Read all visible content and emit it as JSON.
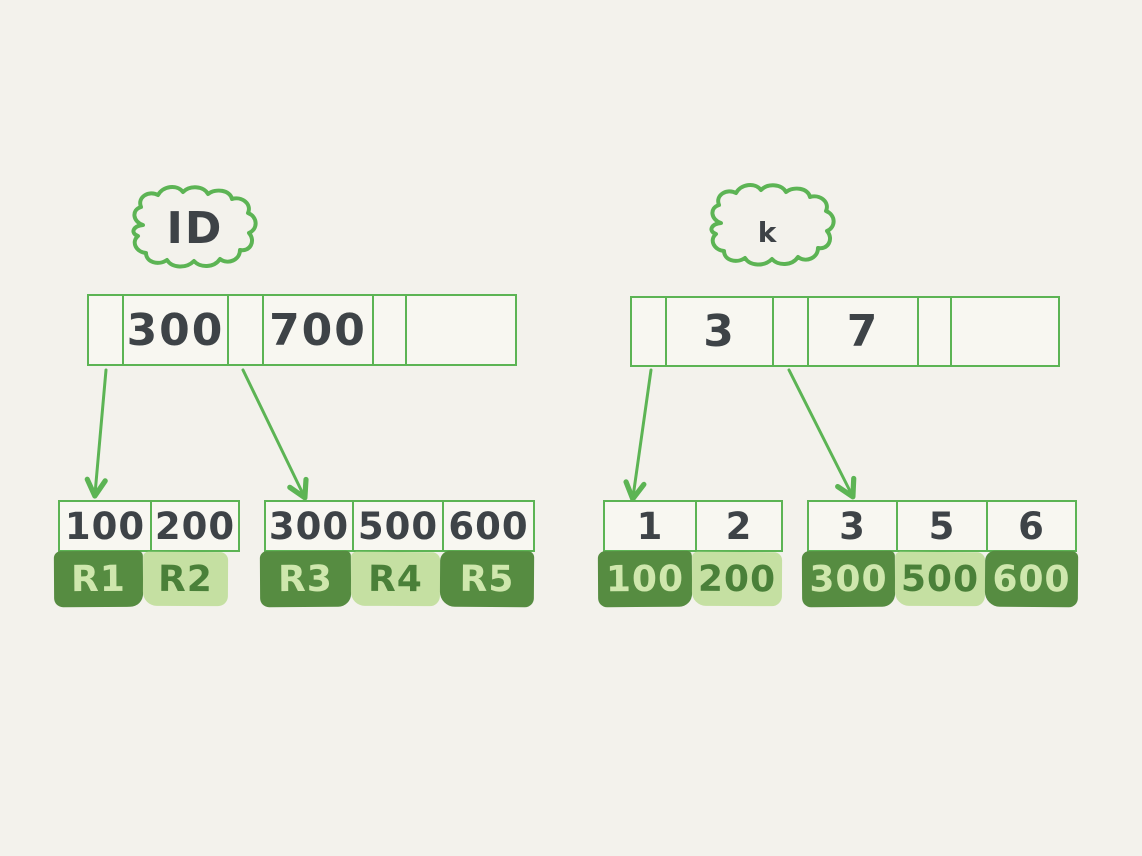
{
  "colors": {
    "background": "#f3f2ec",
    "stroke_green": "#5cb454",
    "dark_green": "#568c41",
    "light_green": "#c5e0a2",
    "dark_text": "#3e4347",
    "light_text": "#cfe7ad",
    "dark_green_text": "#4a8039",
    "cell_fill": "#f8f7f1"
  },
  "left": {
    "label": "ID",
    "root_cells": [
      "",
      "300",
      "",
      "700",
      "",
      ""
    ],
    "leaves": [
      {
        "keys": [
          "100",
          "200"
        ],
        "records": [
          {
            "label": "R1",
            "shade": "dark"
          },
          {
            "label": "R2",
            "shade": "light"
          }
        ]
      },
      {
        "keys": [
          "300",
          "500",
          "600"
        ],
        "records": [
          {
            "label": "R3",
            "shade": "dark"
          },
          {
            "label": "R4",
            "shade": "light"
          },
          {
            "label": "R5",
            "shade": "dark"
          }
        ]
      }
    ]
  },
  "right": {
    "label": "k",
    "root_cells": [
      "",
      "3",
      "",
      "7",
      "",
      ""
    ],
    "leaves": [
      {
        "keys": [
          "1",
          "2"
        ],
        "records": [
          {
            "label": "100",
            "shade": "dark"
          },
          {
            "label": "200",
            "shade": "light"
          }
        ]
      },
      {
        "keys": [
          "3",
          "5",
          "6"
        ],
        "records": [
          {
            "label": "300",
            "shade": "dark"
          },
          {
            "label": "500",
            "shade": "light"
          },
          {
            "label": "600",
            "shade": "dark"
          }
        ]
      }
    ]
  }
}
